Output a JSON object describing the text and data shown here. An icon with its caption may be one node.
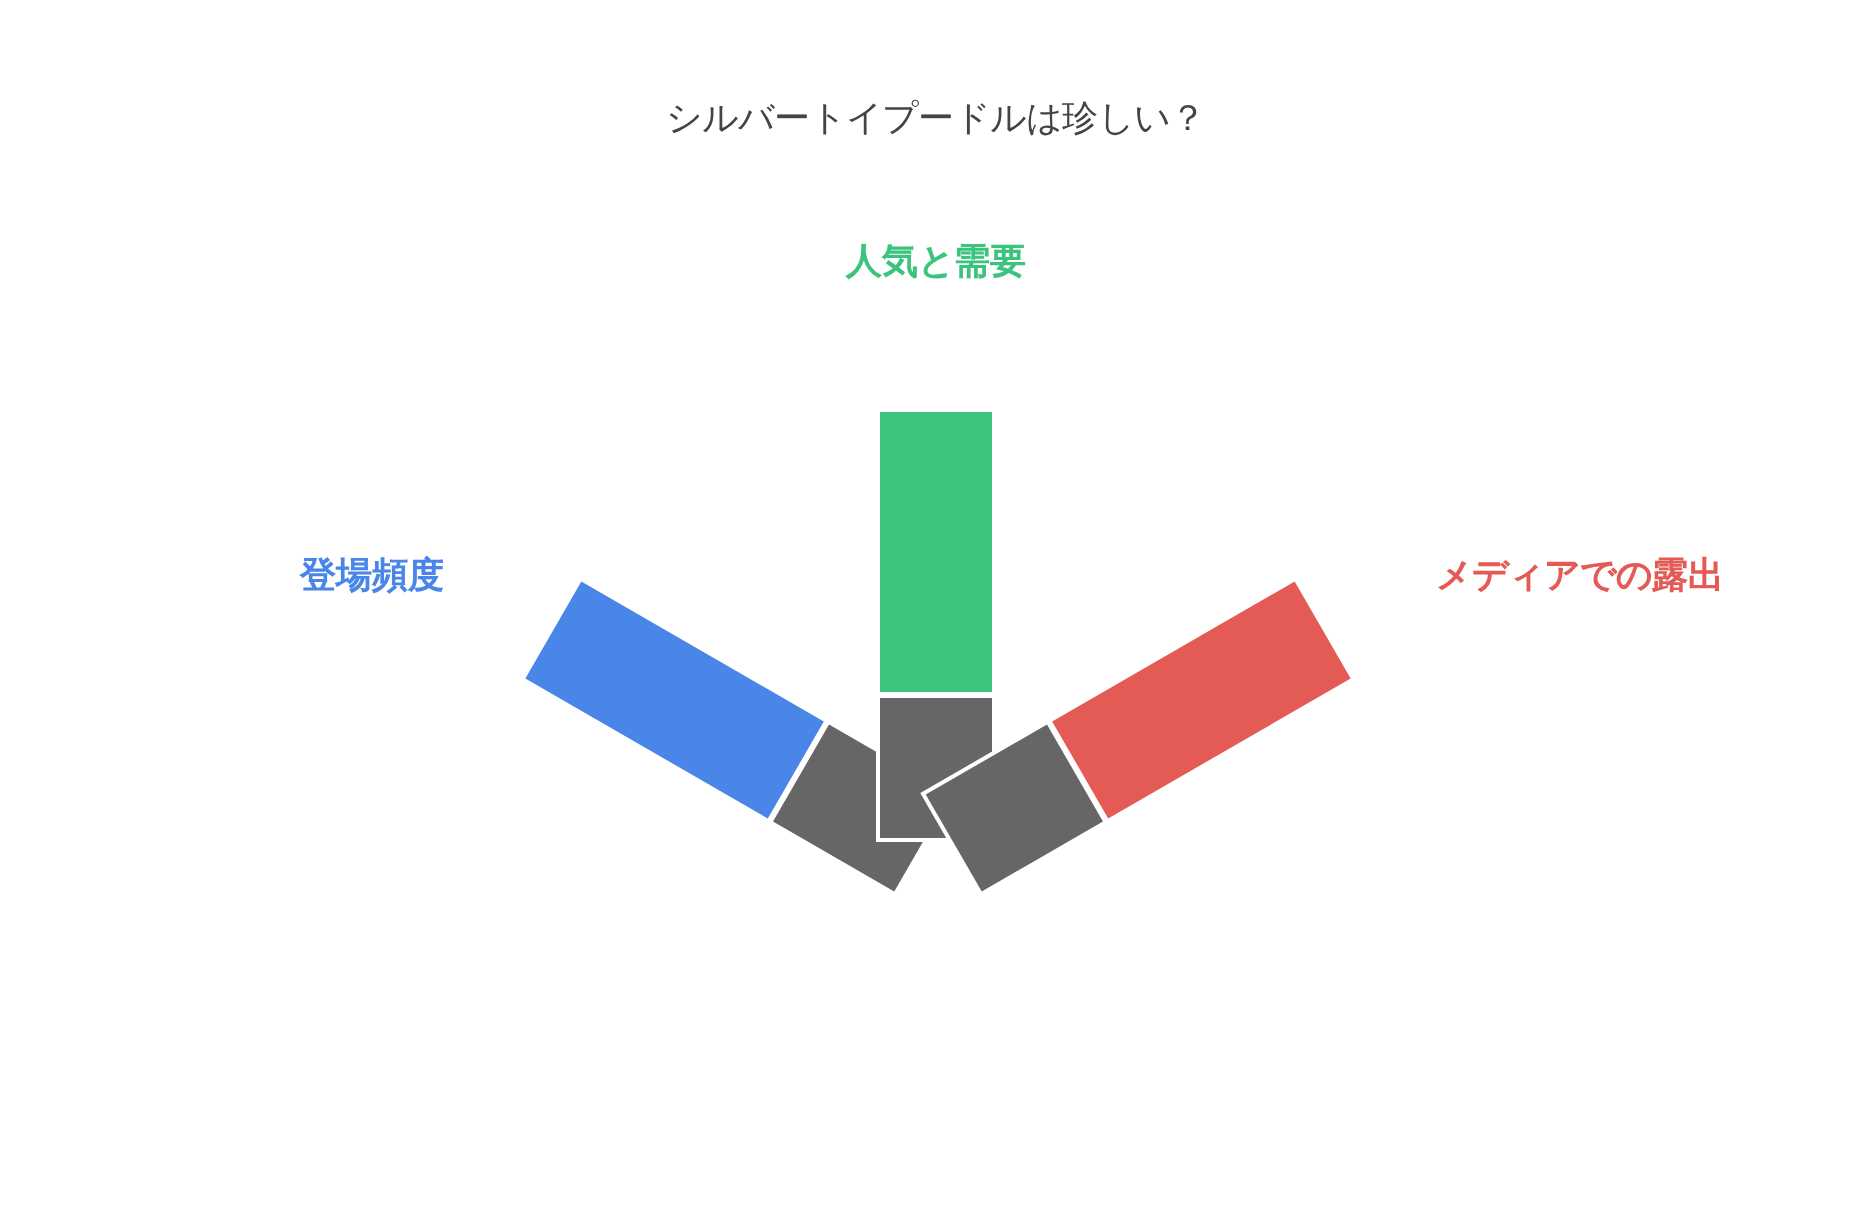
{
  "diagram": {
    "title": "シルバートイプードルは珍しい？",
    "labels": [
      "人気と需要",
      "登場頻度",
      "メディアでの露出"
    ]
  }
}
